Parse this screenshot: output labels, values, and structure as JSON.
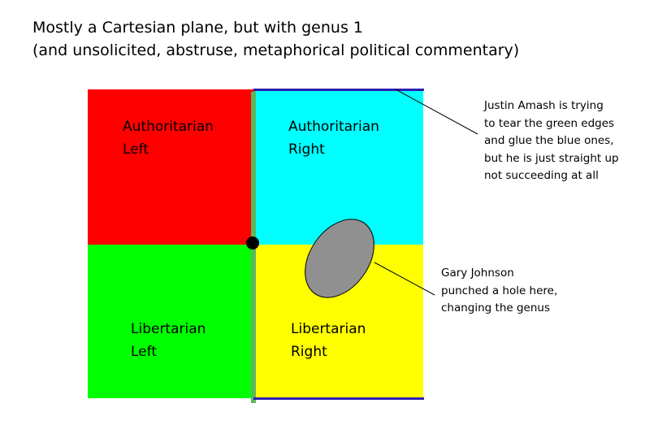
{
  "title": {
    "line1": "Mostly a Cartesian plane, but with genus 1",
    "line2": "(and unsolicited, abstruse, metaphorical political commentary)"
  },
  "quadrants": {
    "top_left": {
      "line1": "Authoritarian",
      "line2": "Left",
      "color": "#ff0000"
    },
    "top_right": {
      "line1": "Authoritarian",
      "line2": "Right",
      "color": "#00ffff"
    },
    "bottom_left": {
      "line1": "Libertarian",
      "line2": "Left",
      "color": "#00ff00"
    },
    "bottom_right": {
      "line1": "Libertarian",
      "line2": "Right",
      "color": "#ffff00"
    }
  },
  "edges": {
    "green": "#5cb85c",
    "blue": "#2d1fb0"
  },
  "hole_color": "#909090",
  "annotations": {
    "amash": [
      "Justin Amash is trying",
      "to tear the green edges",
      "and glue the blue ones,",
      "but he is just straight up",
      "not succeeding at all"
    ],
    "johnson": [
      "Gary Johnson",
      "punched a hole here,",
      "changing the genus"
    ]
  }
}
